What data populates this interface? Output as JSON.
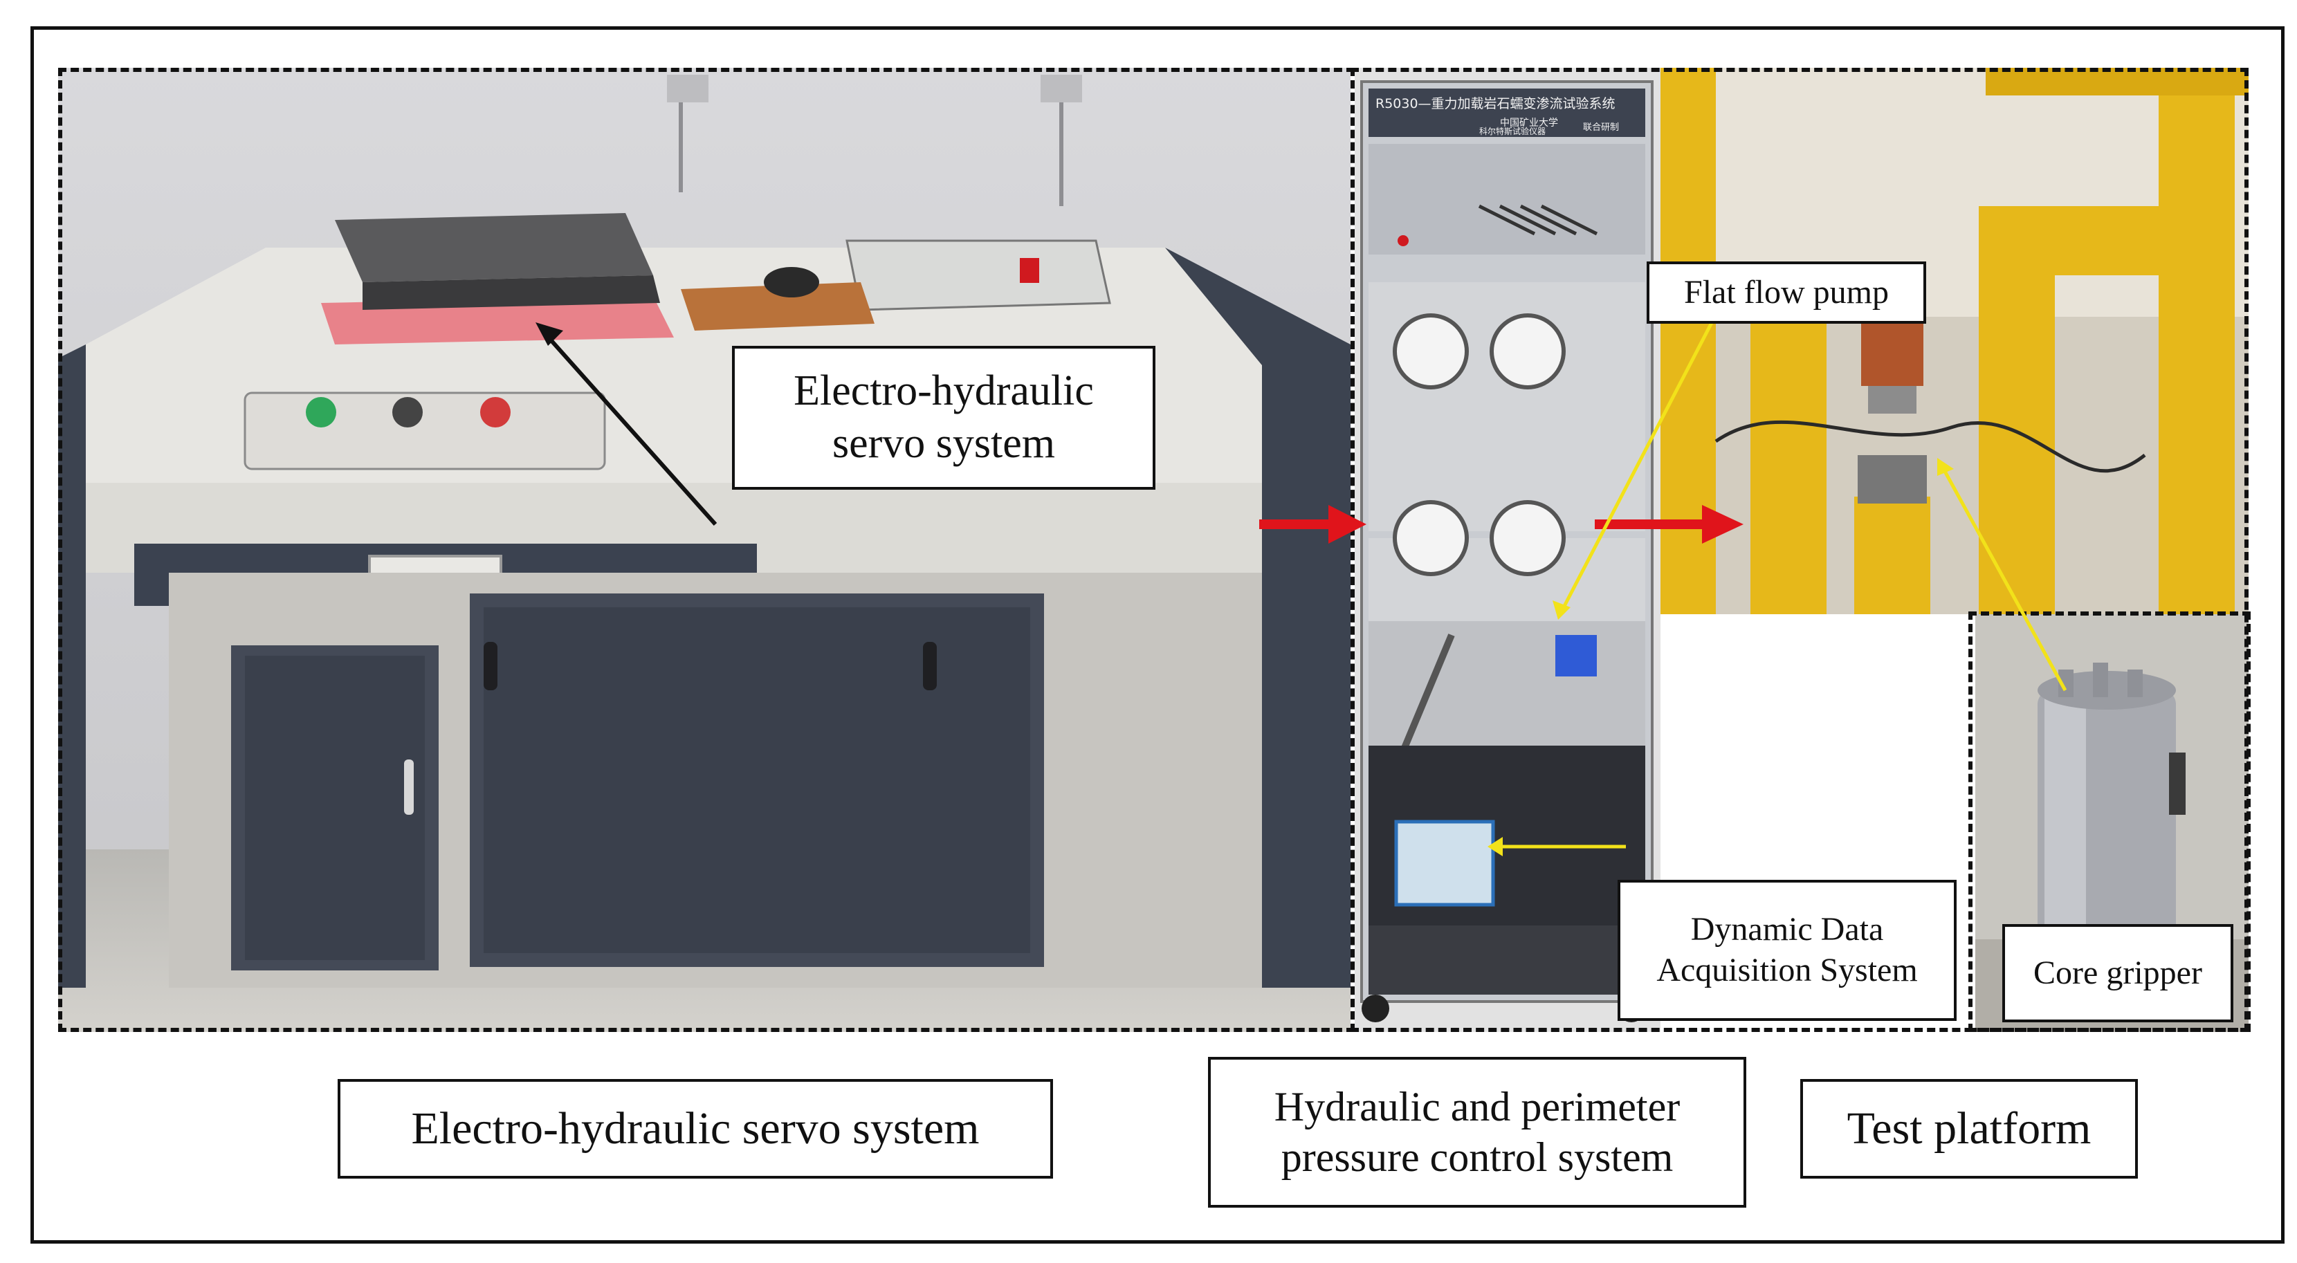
{
  "figure": {
    "panel_captions": {
      "left": "Electro-hydraulic servo system",
      "middle": "Hydraulic and perimeter\npressure control system",
      "right": "Test platform"
    },
    "callouts": {
      "servo": "Electro-hydraulic\nservo system",
      "pump": "Flat flow pump",
      "daq": "Dynamic Data\nAcquisition System",
      "gripper": "Core gripper"
    },
    "photo_text": {
      "cabinet_header": "R5030—重力加载岩石蠕变渗流试验系统",
      "cabinet_sub1": "中国矿业大学",
      "cabinet_sub2": "科尔特斯试验仪器",
      "cabinet_sub3": "联合研制"
    },
    "colors": {
      "flow_arrow": "#e0141b",
      "pointer_yellow": "#f2e21a",
      "frame_yellow": "#e6b81a",
      "cabinet_gray": "#3f4654",
      "panel_light": "#dcdcd6"
    }
  }
}
